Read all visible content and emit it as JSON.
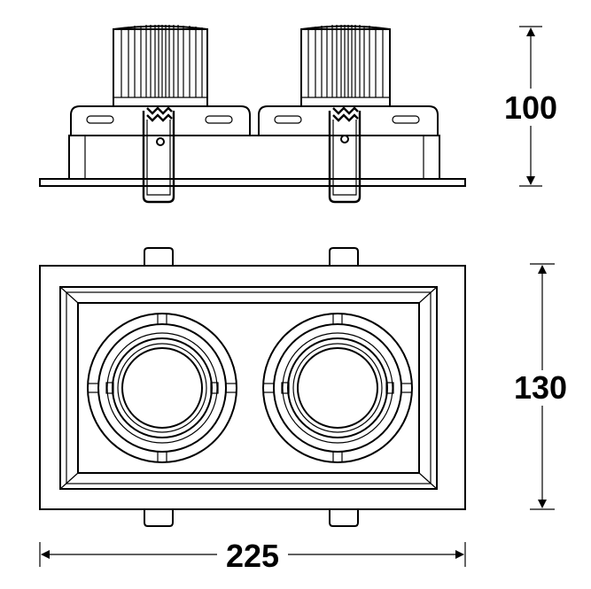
{
  "dimensions": {
    "height_label": "100",
    "depth_label": "130",
    "width_label": "225"
  },
  "colors": {
    "line": "#000000",
    "background": "#ffffff"
  }
}
